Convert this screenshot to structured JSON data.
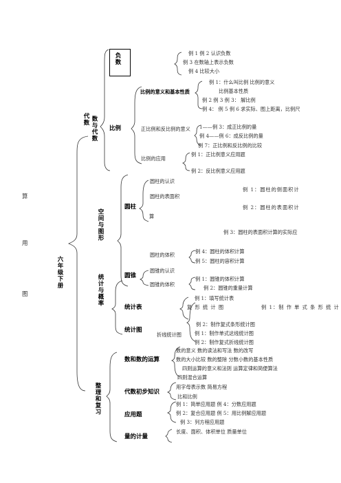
{
  "left_margin": {
    "c1": "算",
    "c2": "用",
    "c3": "图"
  },
  "root": "六年级下册",
  "branches": {
    "number_algebra": "数与代数",
    "number_algebra_sub": "代数",
    "space_graphics": "空间与图形",
    "statistics": "统计与概率",
    "review": "整理和复习"
  },
  "negative": {
    "title": "负数",
    "items": [
      "例 1 例 2 认识负数",
      "例 3 在数轴上表示负数",
      "例 4 比较大小"
    ]
  },
  "ratio": {
    "title": "比例",
    "meaning": {
      "label": "比例的意义和基本性质",
      "items": [
        "例 1：什么叫比例   比例的意义",
        "比例基本性质",
        "例 2 例 3 例 3：  解比例",
        "例 4：   例 5 例 6 求实际、图上距离，比例尺"
      ]
    },
    "direct_inverse": {
      "label": "正比例和反比例的意义",
      "items": [
        "1——例 3：成正比例的量",
        "例 4——例 6：成反比例的量",
        "例 7：正比例和反比例的比较"
      ]
    },
    "application": {
      "label": "比例的应用",
      "items": [
        "例 1：正比例意义应用题",
        "例 2：反比例意义应用题"
      ]
    }
  },
  "cylinder": {
    "title": "圆柱",
    "recognize": "圆柱的认识",
    "surface": "圆柱的表面积",
    "surface_cont": "算",
    "items": [
      "例  1：圆柱的侧面积计",
      "例  2：圆柱的表面积计",
      "例  3：圆柱的表面积计算的实际应"
    ],
    "volume": "圆柱的体积",
    "volume_items": [
      "例 4：圆柱的体积计算",
      "例 5：圆柱的容积计算"
    ]
  },
  "cone": {
    "title": "圆锥",
    "recognize": "圆锥的认识",
    "volume": "圆锥的体积",
    "volume_items": [
      "例 1：圆锥的体积计算",
      "例 2：圆锥的重量计算"
    ]
  },
  "stat_table": {
    "title": "统计表",
    "items": [
      "例  1：填写统计表",
      "复 形 统 计 图",
      "例  1：制 作 单 式 条 形 统 计"
    ]
  },
  "stat_chart": {
    "title": "统计图",
    "line_label": "折线统计图",
    "items": [
      "例 2：制作复式条形统计图",
      "例 1：制作单式这线统计图",
      "例 2：制作复式折线统计图"
    ]
  },
  "review_numbers": {
    "title": "数和数的运算",
    "items": [
      "数的意义   数的读法和写法    数的改写",
      "数的大小比较   数的整除    分数小数的基本性质",
      "四则运算的意义和法则    运算定律和简便算法",
      "四则混合运算"
    ]
  },
  "review_algebra": {
    "title": "代数初步知识",
    "items": [
      "用字母表示数      简易方程",
      "比和比例"
    ]
  },
  "review_word": {
    "title": "应用题",
    "items": [
      "例 1：简单应用题    例 4：分数应用题",
      "例 2：复合应用题    例 5：用比例解应用题",
      "例 3：列方程应用题"
    ]
  },
  "review_measure": {
    "title": "量的计量",
    "items": [
      "长度、面积、体积单位     质量单位"
    ]
  }
}
